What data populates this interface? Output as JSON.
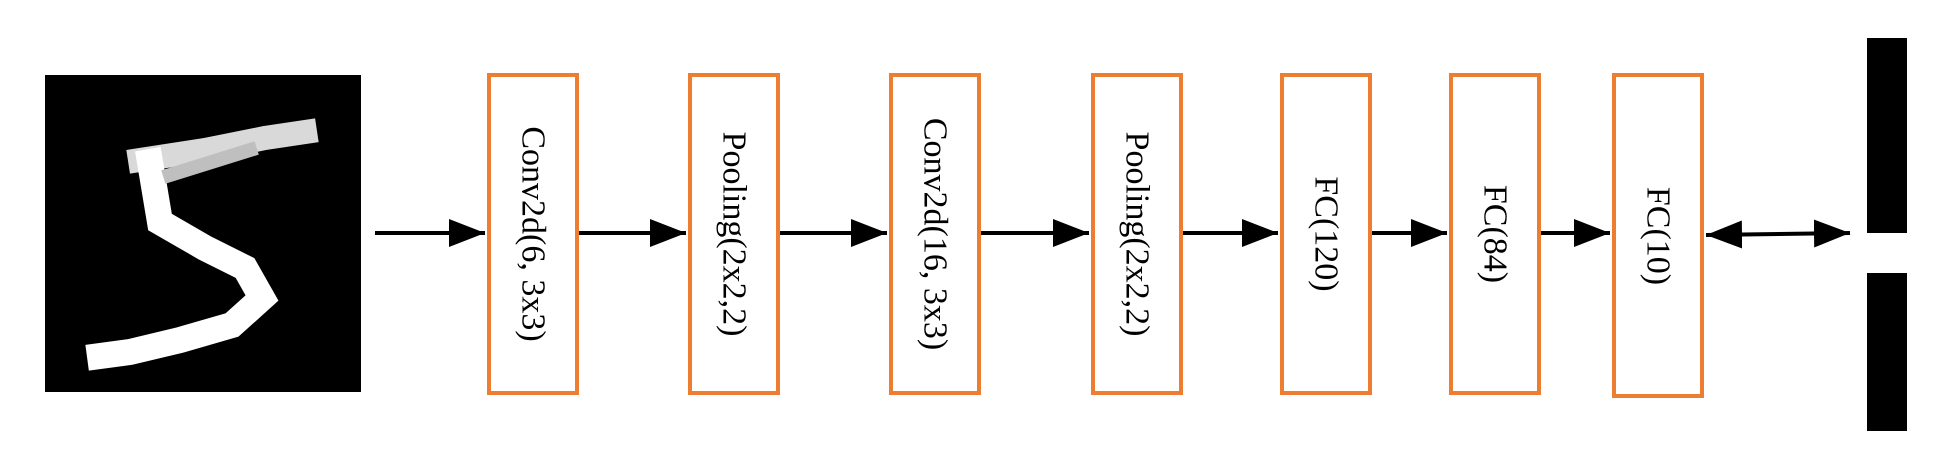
{
  "layers": [
    {
      "id": "conv1",
      "label": "Conv2d(6, 3x3)"
    },
    {
      "id": "pool1",
      "label": "Pooling(2x2,2)"
    },
    {
      "id": "conv2",
      "label": "Conv2d(16, 3x3)"
    },
    {
      "id": "pool2",
      "label": "Pooling(2x2,2)"
    },
    {
      "id": "fc1",
      "label": "FC(120)"
    },
    {
      "id": "fc2",
      "label": "FC(84)"
    },
    {
      "id": "fc3",
      "label": "FC(10)"
    }
  ],
  "input_image": {
    "depicts": "handwritten digit 5",
    "background": "#000000",
    "stroke": "#ffffff"
  },
  "output_vector": {
    "background": "#000000",
    "highlight": "#ffffff"
  },
  "colors": {
    "layer_border": "#ed7d31",
    "arrow": "#000000",
    "text": "#000000"
  }
}
